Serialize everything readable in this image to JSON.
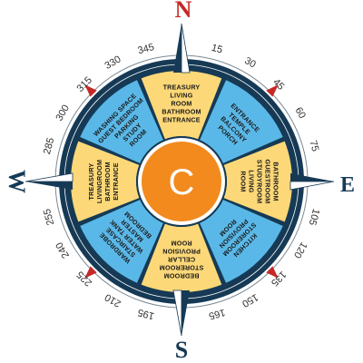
{
  "cardinals": {
    "north": "N",
    "east": "E",
    "south": "S",
    "west": "W"
  },
  "center": {
    "letter": "C",
    "color": "#f28a1e"
  },
  "degree_labels": [
    "15",
    "30",
    "45",
    "60",
    "75",
    "105",
    "120",
    "135",
    "150",
    "165",
    "195",
    "210",
    "225",
    "240",
    "255",
    "285",
    "300",
    "315",
    "330",
    "345"
  ],
  "segments": [
    {
      "dir": "N",
      "lines": [
        "TREASURY",
        "LIVING",
        "ROOM",
        "BATHROOM",
        "ENTRANCE"
      ],
      "color": "#fcd878"
    },
    {
      "dir": "NE",
      "lines": [
        "ENTRANCE",
        "TEMPLE",
        "BALCONY",
        "PORCH"
      ],
      "color": "#5ab8e8"
    },
    {
      "dir": "E",
      "lines": [
        "BATHROOM",
        "GUESTROOM",
        "STUDYROOM",
        "LIVING",
        "ROOM"
      ],
      "color": "#fcd878"
    },
    {
      "dir": "SE",
      "lines": [
        "KITCHEN",
        "STOREROOM",
        "PROVISION",
        "ROOM"
      ],
      "color": "#5ab8e8"
    },
    {
      "dir": "S",
      "lines": [
        "BEDROOM",
        "STOREROOM",
        "CELLAR",
        "PROVISION",
        "ROOM"
      ],
      "color": "#fcd878"
    },
    {
      "dir": "SW",
      "lines": [
        "WARDROBE",
        "STAIRCASE",
        "WATER TANK",
        "MASTER",
        "BEDROOM"
      ],
      "color": "#5ab8e8"
    },
    {
      "dir": "W",
      "lines": [
        "TREASURY",
        "LIVINGROOM",
        "BATHROOM",
        "ENTRANCE"
      ],
      "color": "#fcd878"
    },
    {
      "dir": "NW",
      "lines": [
        "WASHING SPACE",
        "GUEST BEDROOM",
        "PARKING",
        "STUDY",
        "ROOM"
      ],
      "color": "#5ab8e8"
    }
  ],
  "colors": {
    "ring": "#163a55",
    "cardinal_letters": "#c62828",
    "red_pointers": "#c62828",
    "needle_dark": "#163a55",
    "needle_light": "#ffffff"
  }
}
